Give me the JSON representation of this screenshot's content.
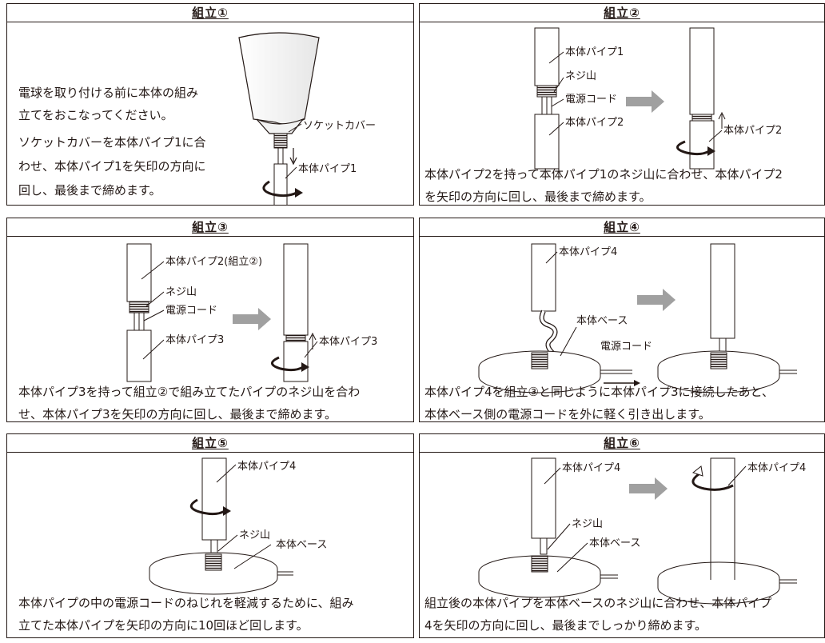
{
  "panels": [
    {
      "title": "組立①",
      "lines": [
        "電球を取り付ける前に本体の組み",
        "立てをおこなってください。",
        "ソケットカバーを本体パイプ1に合",
        "わせ、本体パイプ1を矢印の方向に",
        "回し、最後まで締めます。"
      ],
      "labels": {
        "socket_cover": "ソケットカバー",
        "pipe1": "本体パイプ1"
      }
    },
    {
      "title": "組立②",
      "lines": [
        "本体パイプ2を持って本体パイプ1のネジ山に合わせ、本体パイプ2",
        "を矢印の方向に回し、最後まで締めます。"
      ],
      "labels": {
        "pipe1": "本体パイプ1",
        "thread": "ネジ山",
        "cord": "電源コード",
        "pipe2": "本体パイプ2",
        "pipe2_right": "本体パイプ2"
      }
    },
    {
      "title": "組立③",
      "lines": [
        "本体パイプ3を持って組立②で組み立てたパイプのネジ山を合わ",
        "せ、本体パイプ3を矢印の方向に回し、最後まで締めます。"
      ],
      "labels": {
        "pipe2": "本体パイプ2(組立②)",
        "thread": "ネジ山",
        "cord": "電源コード",
        "pipe3": "本体パイプ3",
        "pipe3_right": "本体パイプ3"
      }
    },
    {
      "title": "組立④",
      "lines": [
        "本体パイプ4を組立③と同じように本体パイプ3に接続したあと、",
        "本体ベース側の電源コードを外に軽く引き出します。"
      ],
      "labels": {
        "pipe4": "本体パイプ4",
        "base": "本体ベース",
        "cord": "電源コード"
      }
    },
    {
      "title": "組立⑤",
      "lines": [
        "本体パイプの中の電源コードのねじれを軽減するために、組み",
        "立てた本体パイプを矢印の方向に10回ほど回します。"
      ],
      "labels": {
        "pipe4": "本体パイプ4",
        "thread": "ネジ山",
        "base": "本体ベース"
      }
    },
    {
      "title": "組立⑥",
      "lines": [
        "組立後の本体パイプを本体ベースのネジ山に合わせ、本体パイプ",
        "4を矢印の方向に回し、最後までしっかり締めます。"
      ],
      "labels": {
        "pipe4": "本体パイプ4",
        "thread": "ネジ山",
        "base": "本体ベース",
        "pipe4_right": "本体パイプ4"
      }
    }
  ]
}
